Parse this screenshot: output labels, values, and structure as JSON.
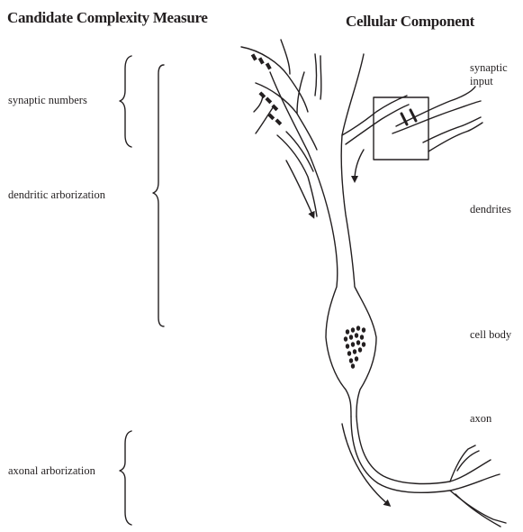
{
  "headers": {
    "left": "Candidate Complexity Measure",
    "right": "Cellular Component"
  },
  "measures": {
    "synaptic_numbers": "synaptic numbers",
    "dendritic_arborization": "dendritic arborization",
    "axonal_arborization": "axonal arborization"
  },
  "components": {
    "synaptic_input_line1": "synaptic",
    "synaptic_input_line2": "input",
    "dendrites": "dendrites",
    "cell_body": "cell body",
    "axon": "axon"
  },
  "colors": {
    "ink": "#231f20",
    "background": "#ffffff"
  }
}
